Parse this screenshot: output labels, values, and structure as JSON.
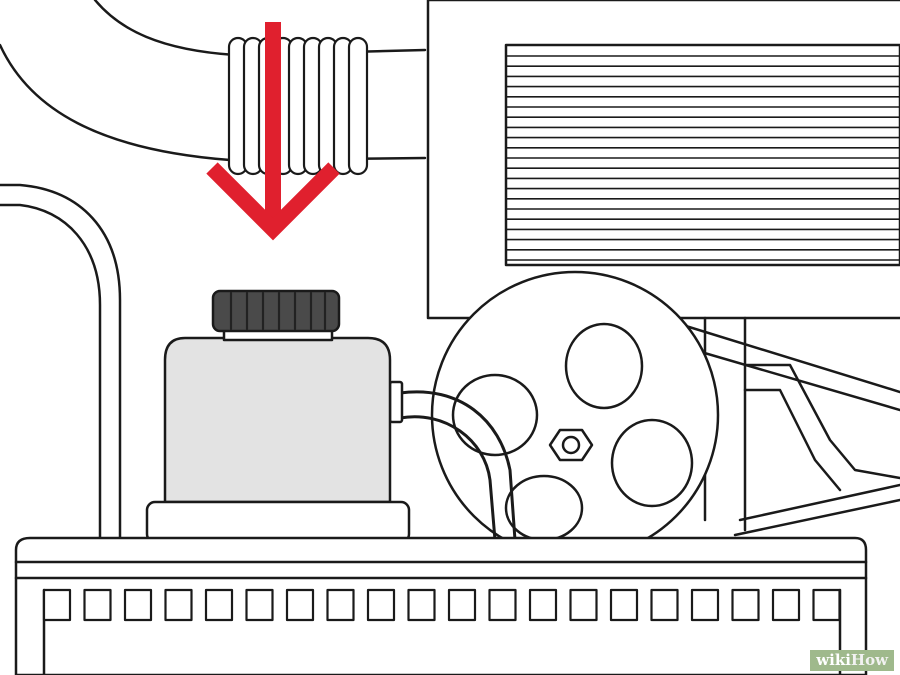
{
  "illustration": {
    "subject": "power-steering-fluid-reservoir",
    "colors": {
      "line": "#1a1a1a",
      "arrow": "#e0202e",
      "reservoir_body": "#e3e3e3",
      "cap": "#4a4a4a",
      "background": "#ffffff",
      "watermark_bg": "#9fb98c"
    },
    "icons": [
      "down-arrow-icon"
    ]
  },
  "watermark": {
    "part1": "wiki",
    "part2": "How"
  }
}
